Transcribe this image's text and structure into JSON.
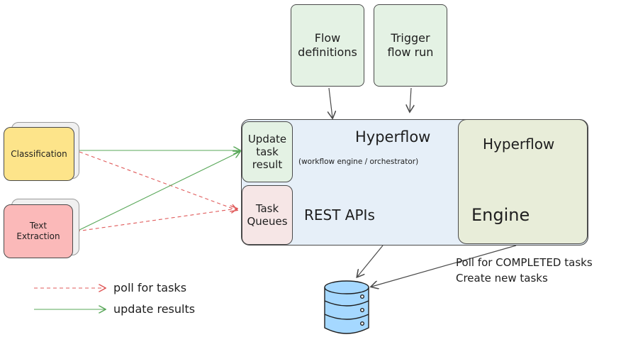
{
  "inputs": {
    "flow_definitions": "Flow\ndefinitions",
    "trigger_flow_run": "Trigger\nflow run"
  },
  "hyperflow": {
    "title": "Hyperflow",
    "subtitle": "(workflow engine / orchestrator)",
    "rest_apis": "REST APIs",
    "update_task_result": "Update\ntask\nresult",
    "task_queues": "Task\nQueues"
  },
  "engine": {
    "title": "Hyperflow",
    "label": "Engine"
  },
  "workers": {
    "classification": "Classification",
    "text_extraction": "Text\nExtraction"
  },
  "engine_note": "Poll for COMPLETED tasks\nCreate new tasks",
  "legend": {
    "poll": "poll for tasks",
    "update": "update results"
  },
  "colors": {
    "poll_arrow": "#e05a5a",
    "update_arrow": "#5aa85a",
    "database": "#a5d8ff",
    "classification": "#fde48a",
    "text_extraction": "#fbb9b9"
  }
}
